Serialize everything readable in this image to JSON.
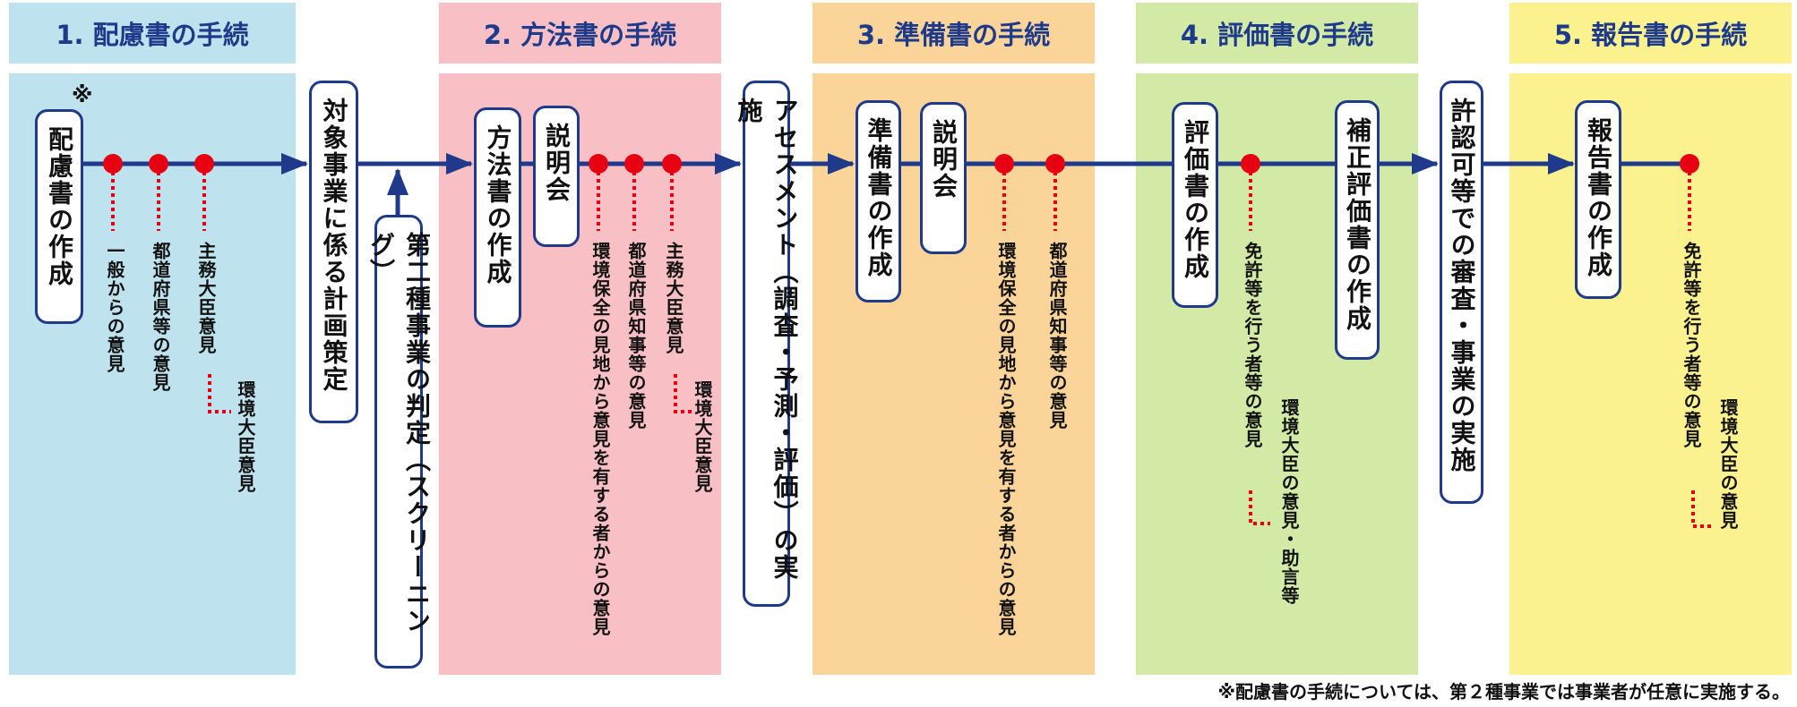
{
  "stages": [
    {
      "title": "1. 配慮書の手続",
      "color": "#bfe3ee"
    },
    {
      "title": "2. 方法書の手続",
      "color": "#f8bfc4"
    },
    {
      "title": "3. 準備書の手続",
      "color": "#fbd49a"
    },
    {
      "title": "4. 評価書の手続",
      "color": "#d3eaa6"
    },
    {
      "title": "5. 報告書の手続",
      "color": "#fbf18f"
    }
  ],
  "boxes": {
    "hairyosho": "配慮書の作成",
    "taisho": "対象事業に係る計画策定",
    "screening": "第二種事業の判定（スクリーニング）",
    "hohosho": "方法書の作成",
    "setsumei1": "説明会",
    "assessment": "アセスメント（調査・予測・評価）の実施",
    "junbisho": "準備書の作成",
    "setsumei2": "説明会",
    "hyokasho": "評価書の作成",
    "hosei": "補正評価書の作成",
    "kyonin": "許認可等での審査・事業の実施",
    "hokokusho": "報告書の作成"
  },
  "opinions": {
    "s1_public": "一般からの意見",
    "s1_pref": "都道府県等の意見",
    "s1_minister": "主務大臣意見",
    "s1_env": "環境大臣意見",
    "s2_public": "環境保全の見地から意見を有する者からの意見",
    "s2_pref": "都道府県知事等の意見",
    "s2_minister": "主務大臣意見",
    "s2_env": "環境大臣意見",
    "s3_public": "環境保全の見地から意見を有する者からの意見",
    "s3_pref": "都道府県知事等の意見",
    "s4_licensor": "免許等を行う者等の意見",
    "s4_env": "環境大臣の意見・助言等",
    "s5_licensor": "免許等を行う者等の意見",
    "s5_env": "環境大臣の意見"
  },
  "asterisk": "※",
  "footnote": "※配慮書の手続については、第２種事業では事業者が任意に実施する。",
  "colors": {
    "arrow": "#1f3a8a",
    "dot": "#e60012",
    "box_border": "#1f3a8a",
    "heading_text": "#1e3a8a"
  }
}
